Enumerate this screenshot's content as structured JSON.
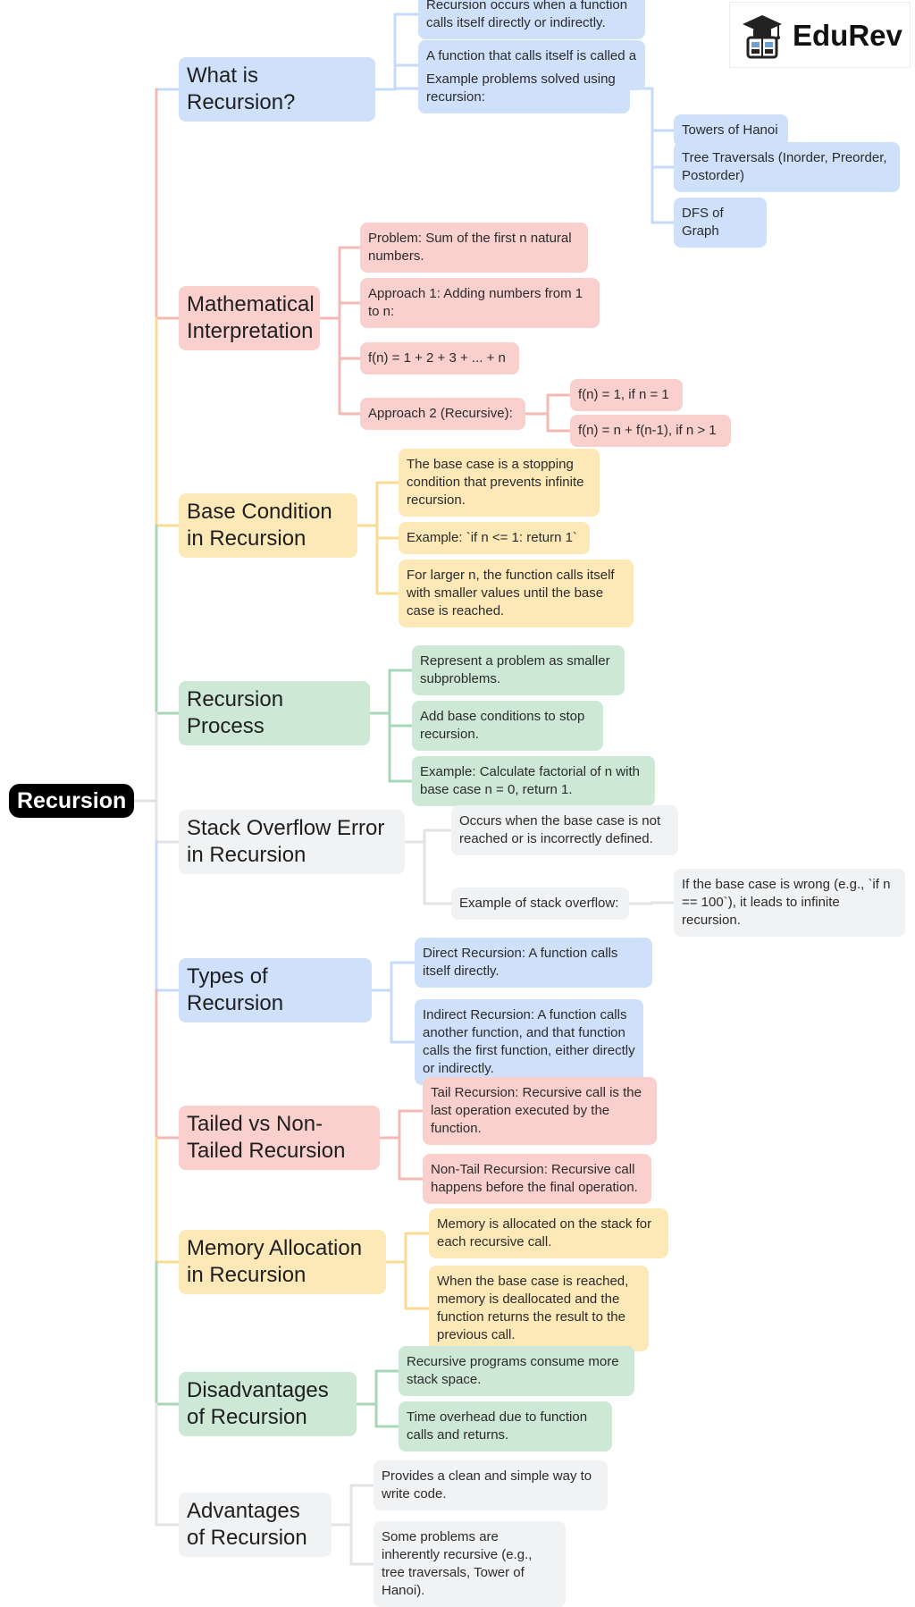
{
  "root": "Recursion",
  "logo": {
    "text": "EduRev",
    "icon": "graduation-cap-book-icon"
  },
  "colors": {
    "blue": "#cfe0fb",
    "red": "#f9d0cd",
    "yellow": "#fde9b8",
    "green": "#cde8d4",
    "gray": "#f1f2f3",
    "root": "#000000"
  },
  "branches": [
    {
      "title": "What is Recursion?",
      "color": "blue",
      "items": [
        {
          "text": "Recursion occurs when a function calls itself directly or indirectly."
        },
        {
          "text": "A function that calls itself is called a recursive function."
        },
        {
          "text": "Example problems solved using recursion:",
          "children": [
            {
              "text": "Towers of Hanoi"
            },
            {
              "text": "Tree Traversals (Inorder, Preorder, Postorder)"
            },
            {
              "text": "DFS of Graph"
            }
          ]
        }
      ]
    },
    {
      "title": "Mathematical Interpretation",
      "color": "red",
      "items": [
        {
          "text": "Problem: Sum of the first n natural numbers."
        },
        {
          "text": "Approach 1: Adding numbers from 1 to n:"
        },
        {
          "text": "f(n) = 1 + 2 + 3 + ... + n"
        },
        {
          "text": "Approach 2 (Recursive):",
          "children": [
            {
              "text": "f(n) = 1, if n = 1"
            },
            {
              "text": "f(n) = n + f(n-1), if n > 1"
            }
          ]
        }
      ]
    },
    {
      "title": "Base Condition in Recursion",
      "color": "yellow",
      "items": [
        {
          "text": "The base case is a stopping condition that prevents infinite recursion."
        },
        {
          "text": "Example: `if n <= 1: return 1`"
        },
        {
          "text": "For larger n, the function calls itself with smaller values until the base case is reached."
        }
      ]
    },
    {
      "title": "Recursion Process",
      "color": "green",
      "items": [
        {
          "text": "Represent a problem as smaller subproblems."
        },
        {
          "text": "Add base conditions to stop recursion."
        },
        {
          "text": "Example: Calculate factorial of n with base case n = 0, return 1."
        }
      ]
    },
    {
      "title": "Stack Overflow Error in Recursion",
      "color": "gray",
      "items": [
        {
          "text": "Occurs when the base case is not reached or is incorrectly defined."
        },
        {
          "text": "Example of stack overflow:",
          "children": [
            {
              "text": "If the base case is wrong (e.g., `if n == 100`), it leads to infinite recursion."
            }
          ]
        }
      ]
    },
    {
      "title": "Types of Recursion",
      "color": "blue",
      "items": [
        {
          "text": "Direct Recursion: A function calls itself directly."
        },
        {
          "text": "Indirect Recursion: A function calls another function, and that function calls the first function, either directly or indirectly."
        }
      ]
    },
    {
      "title": "Tailed vs Non-Tailed Recursion",
      "color": "red",
      "items": [
        {
          "text": "Tail Recursion: Recursive call is the last operation executed by the function."
        },
        {
          "text": "Non-Tail Recursion: Recursive call happens before the final operation."
        }
      ]
    },
    {
      "title": "Memory Allocation in Recursion",
      "color": "yellow",
      "items": [
        {
          "text": "Memory is allocated on the stack for each recursive call."
        },
        {
          "text": "When the base case is reached, memory is deallocated and the function returns the result to the previous call."
        }
      ]
    },
    {
      "title": "Disadvantages of Recursion",
      "color": "green",
      "items": [
        {
          "text": "Recursive programs consume more stack space."
        },
        {
          "text": "Time overhead due to function calls and returns."
        }
      ]
    },
    {
      "title": "Advantages of Recursion",
      "color": "gray",
      "items": [
        {
          "text": "Provides a clean and simple way to write code."
        },
        {
          "text": "Some problems are inherently recursive (e.g., tree traversals, Tower of Hanoi)."
        }
      ]
    }
  ]
}
